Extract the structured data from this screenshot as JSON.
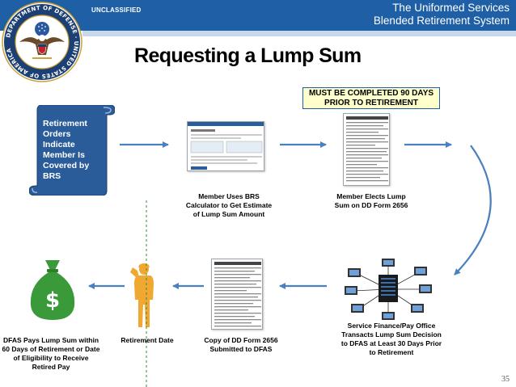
{
  "header": {
    "classification": "UNCLASSIFIED",
    "title_line_1": "The Uniformed Services",
    "title_line_2": "Blended Retirement System"
  },
  "seal": {
    "text": "DEPARTMENT OF DEFENSE · UNITED STATES OF AMERICA"
  },
  "slide": {
    "title": "Requesting a Lump Sum",
    "notice": "MUST BE COMPLETED 90 DAYS PRIOR TO RETIREMENT",
    "page_number": "35"
  },
  "steps": {
    "orders": "Retirement Orders Indicate Member Is Covered by BRS",
    "calculator": "Member Uses BRS Calculator to Get Estimate of Lump Sum Amount",
    "elect": "Member Elects Lump Sum on DD Form 2656",
    "service_finance": "Service Finance/Pay Office Transacts Lump Sum Decision to DFAS at Least 30 Days Prior to Retirement",
    "copy": "Copy of DD Form 2656 Submitted to DFAS",
    "retirement_date": "Retirement Date",
    "dfas_pays": "DFAS Pays Lump Sum within 60 Days of Retirement or Date of Eligibility to Receive Retired Pay"
  },
  "icons": {
    "moneybag_symbol": "$",
    "moneybag_color": "#3a9a3a",
    "soldier_color": "#f0a830",
    "arrow_color": "#4a7fc0",
    "header_color": "#1f5fa5"
  }
}
